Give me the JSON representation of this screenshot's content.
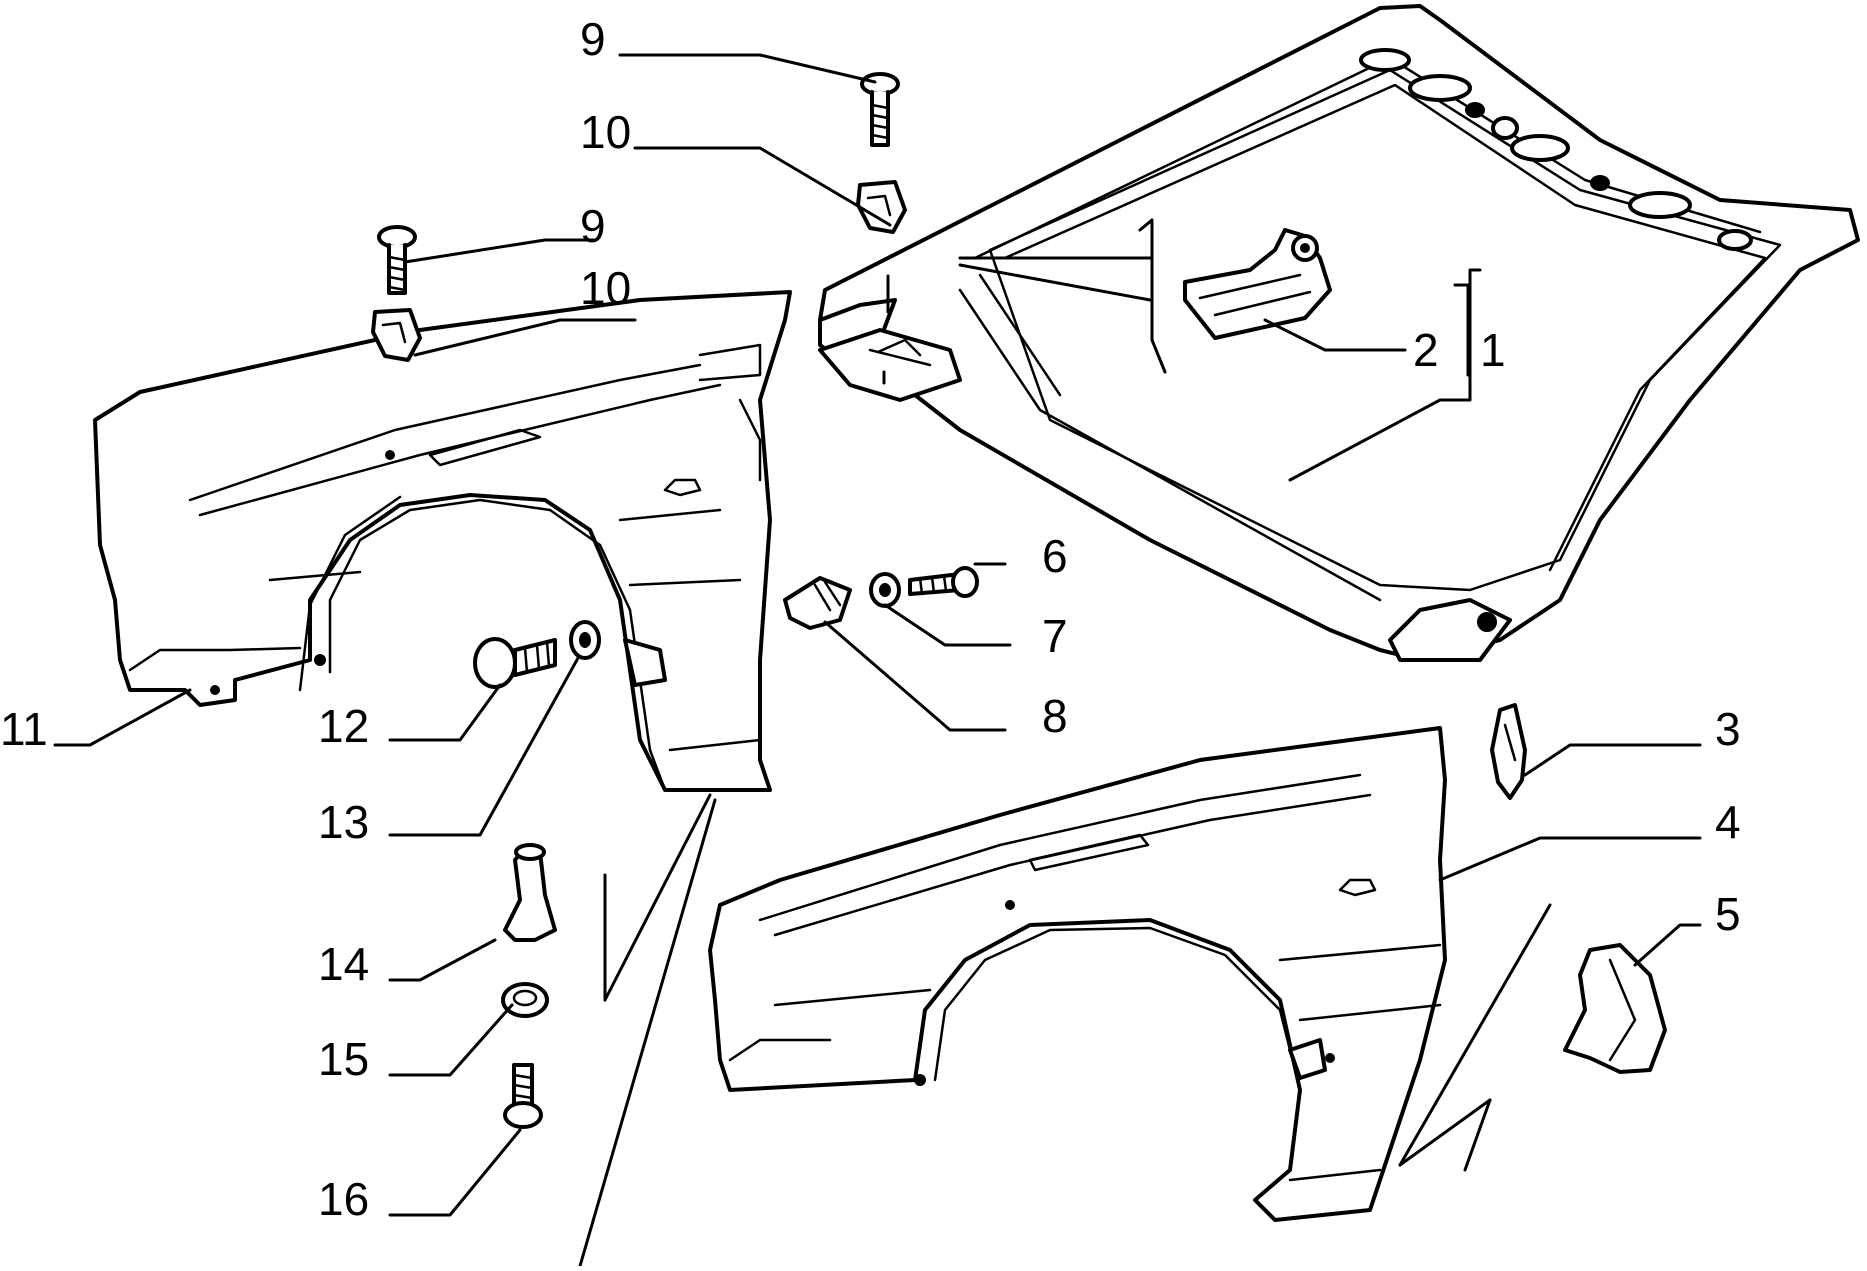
{
  "callouts": [
    {
      "id": "c1",
      "label": "1"
    },
    {
      "id": "c2",
      "label": "2"
    },
    {
      "id": "c3",
      "label": "3"
    },
    {
      "id": "c4",
      "label": "4"
    },
    {
      "id": "c5",
      "label": "5"
    },
    {
      "id": "c6",
      "label": "6"
    },
    {
      "id": "c7",
      "label": "7"
    },
    {
      "id": "c8",
      "label": "8"
    },
    {
      "id": "c9a",
      "label": "9"
    },
    {
      "id": "c10a",
      "label": "10"
    },
    {
      "id": "c9b",
      "label": "9"
    },
    {
      "id": "c10b",
      "label": "10"
    },
    {
      "id": "c11",
      "label": "11"
    },
    {
      "id": "c12",
      "label": "12"
    },
    {
      "id": "c13",
      "label": "13"
    },
    {
      "id": "c14",
      "label": "14"
    },
    {
      "id": "c15",
      "label": "15"
    },
    {
      "id": "c16",
      "label": "16"
    }
  ],
  "colors": {
    "ink": "#000000",
    "paper": "#ffffff"
  }
}
